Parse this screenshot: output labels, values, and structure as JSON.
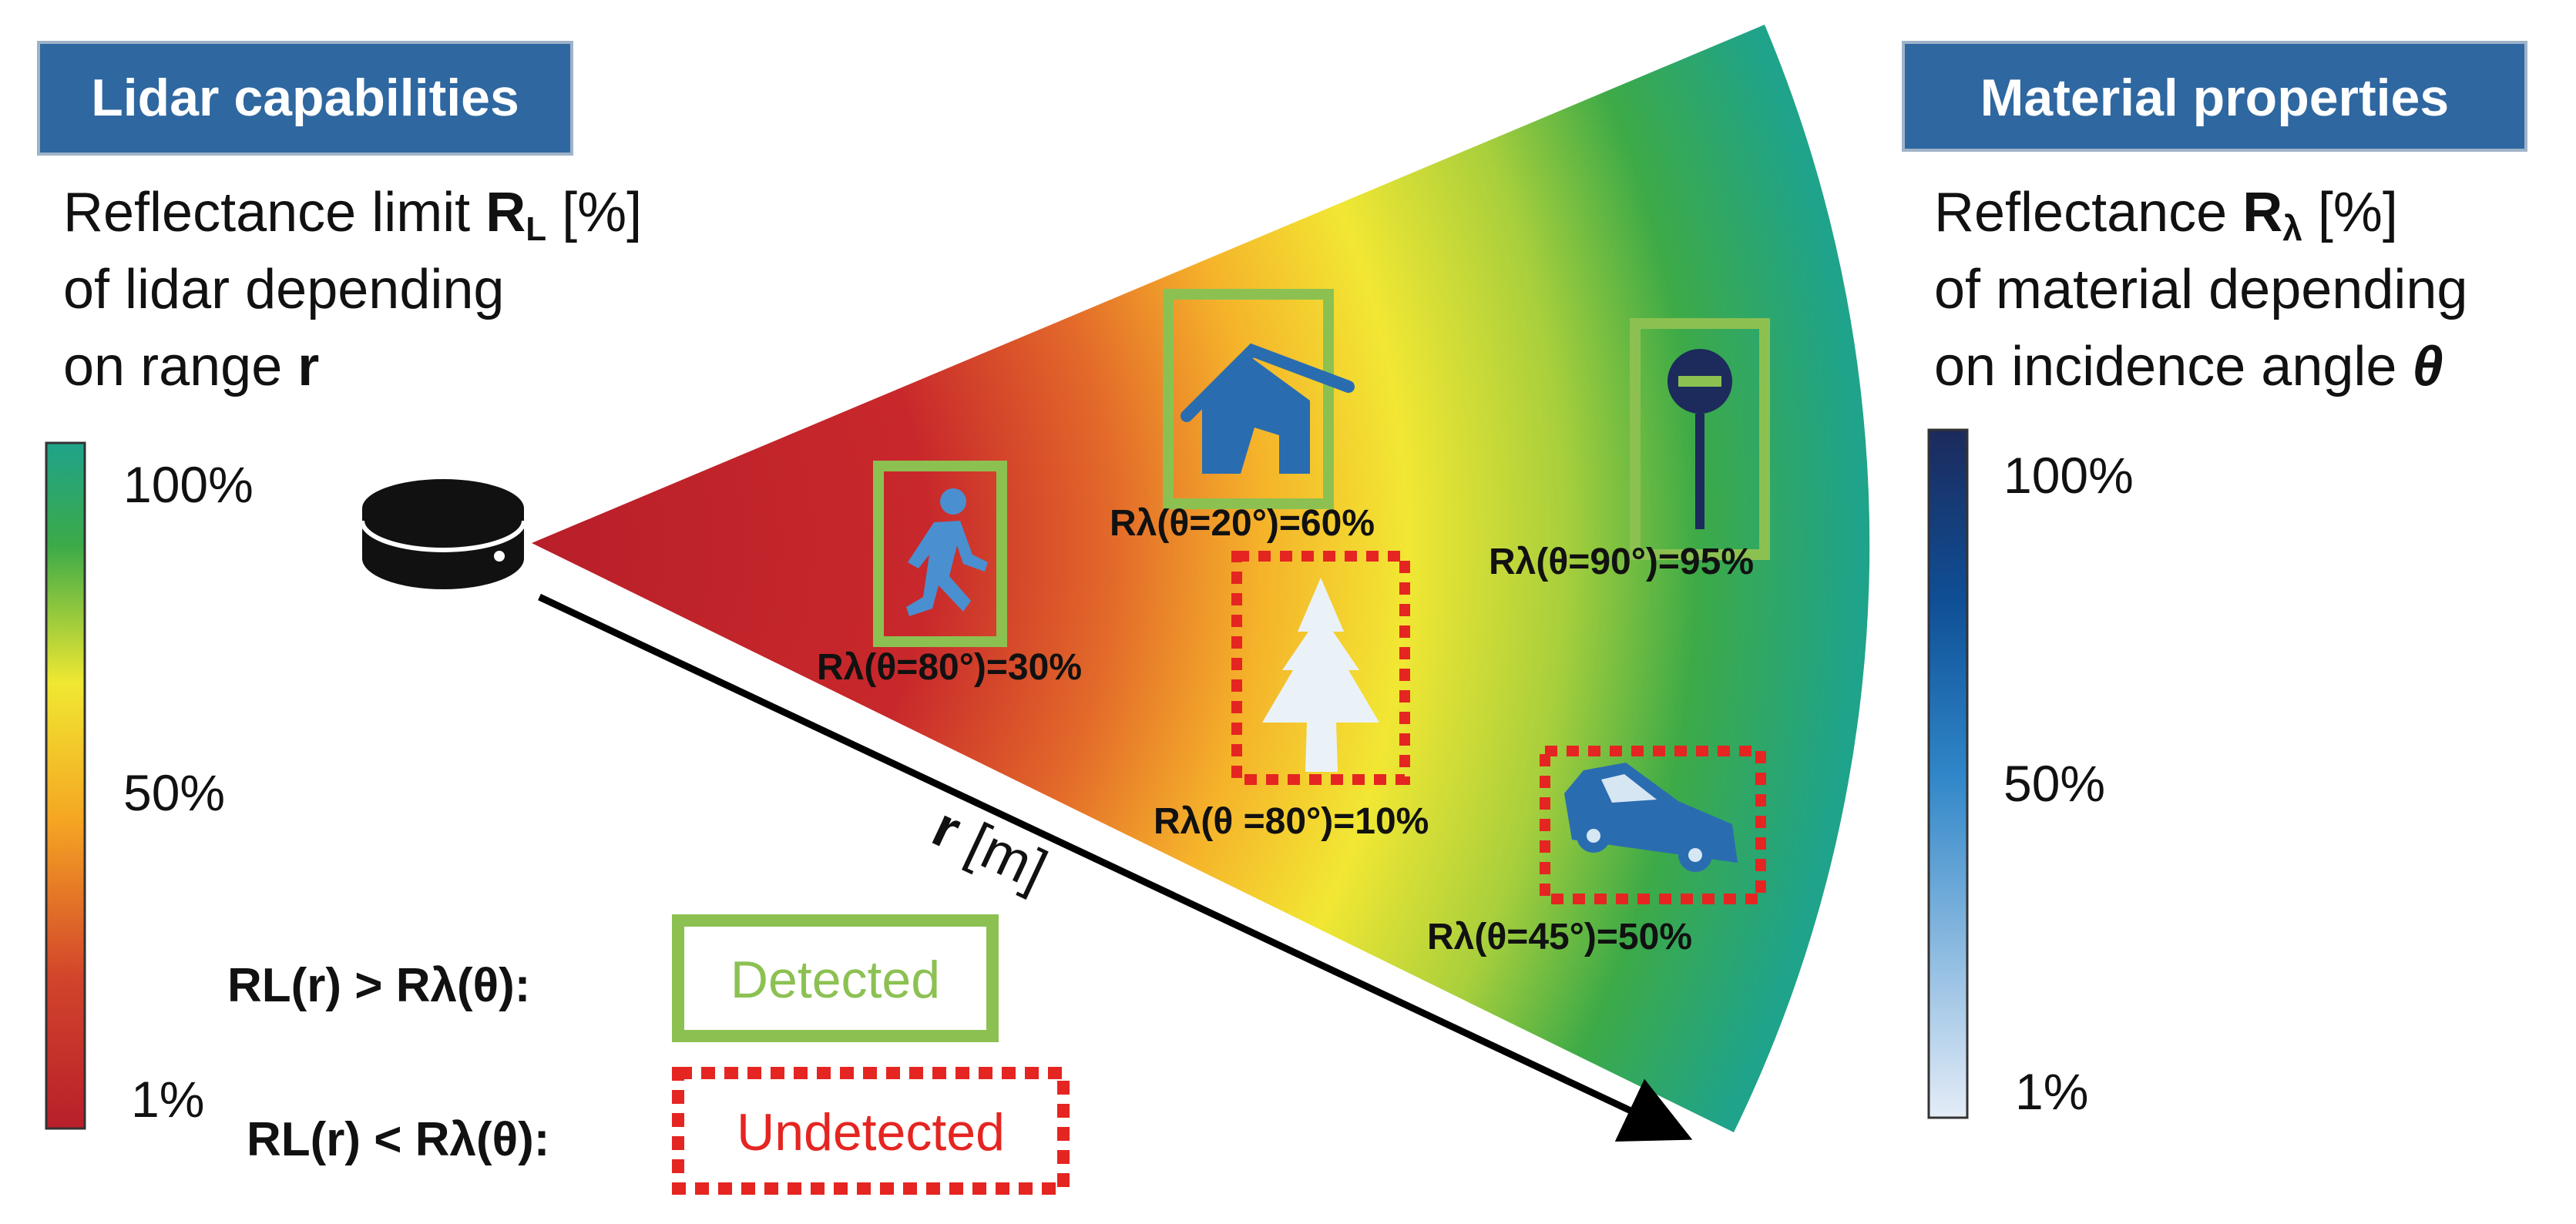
{
  "left_panel": {
    "header": "Lidar capabilities",
    "desc_line1": "Reflectance limit ",
    "desc_symbol": "R",
    "desc_sub": "L",
    "desc_unit": " [%]",
    "desc_line2": "of lidar depending",
    "desc_line3_prefix": "on range ",
    "desc_line3_var": "r",
    "scale_top": "100%",
    "scale_mid": "50%",
    "scale_bottom": "1%"
  },
  "right_panel": {
    "header": "Material properties",
    "desc_line1": "Reflectance ",
    "desc_symbol": "R",
    "desc_sub": "λ",
    "desc_unit": " [%]",
    "desc_line2": "of material depending",
    "desc_line3_prefix": "on incidence angle ",
    "desc_line3_var": "θ",
    "scale_top": "100%",
    "scale_mid": "50%",
    "scale_bottom": "1%"
  },
  "range_axis": {
    "var": "r",
    "unit": " [m]"
  },
  "objects": {
    "pedestrian": {
      "label": "Rλ(θ=80°)=30%",
      "status": "detected",
      "icon": "pedestrian-icon"
    },
    "house": {
      "label": "Rλ(θ=20°)=60%",
      "status": "detected",
      "icon": "house-icon"
    },
    "sign": {
      "label": "Rλ(θ=90°)=95%",
      "status": "detected",
      "icon": "road-sign-icon"
    },
    "tree": {
      "label": "Rλ(θ =80°)=10%",
      "status": "undetected",
      "icon": "tree-icon"
    },
    "car": {
      "label": "Rλ(θ=45°)=50%",
      "status": "undetected",
      "icon": "car-icon"
    }
  },
  "legend": {
    "detected_condition": "RL(r) > Rλ(θ):",
    "detected_label": "Detected",
    "undetected_condition": "RL(r) < Rλ(θ):",
    "undetected_label": "Undetected"
  },
  "colors": {
    "header_bg": "#2f67a0",
    "detected": "#8cc152",
    "undetected": "#e52521",
    "range_low": "#b81f2a",
    "range_mid": "#f0e832",
    "range_high": "#1fa38a",
    "material_low": "#dfe8f5",
    "material_mid": "#1a6fbc",
    "material_high": "#1c2a5c",
    "icon_blue": "#2a6cb0"
  }
}
